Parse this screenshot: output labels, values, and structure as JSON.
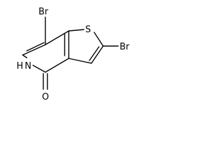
{
  "molecule": {
    "atoms": {
      "br_top": "Br",
      "br_right": "Br",
      "s": "S",
      "nh": "H",
      "n": "N",
      "o": "O"
    }
  }
}
